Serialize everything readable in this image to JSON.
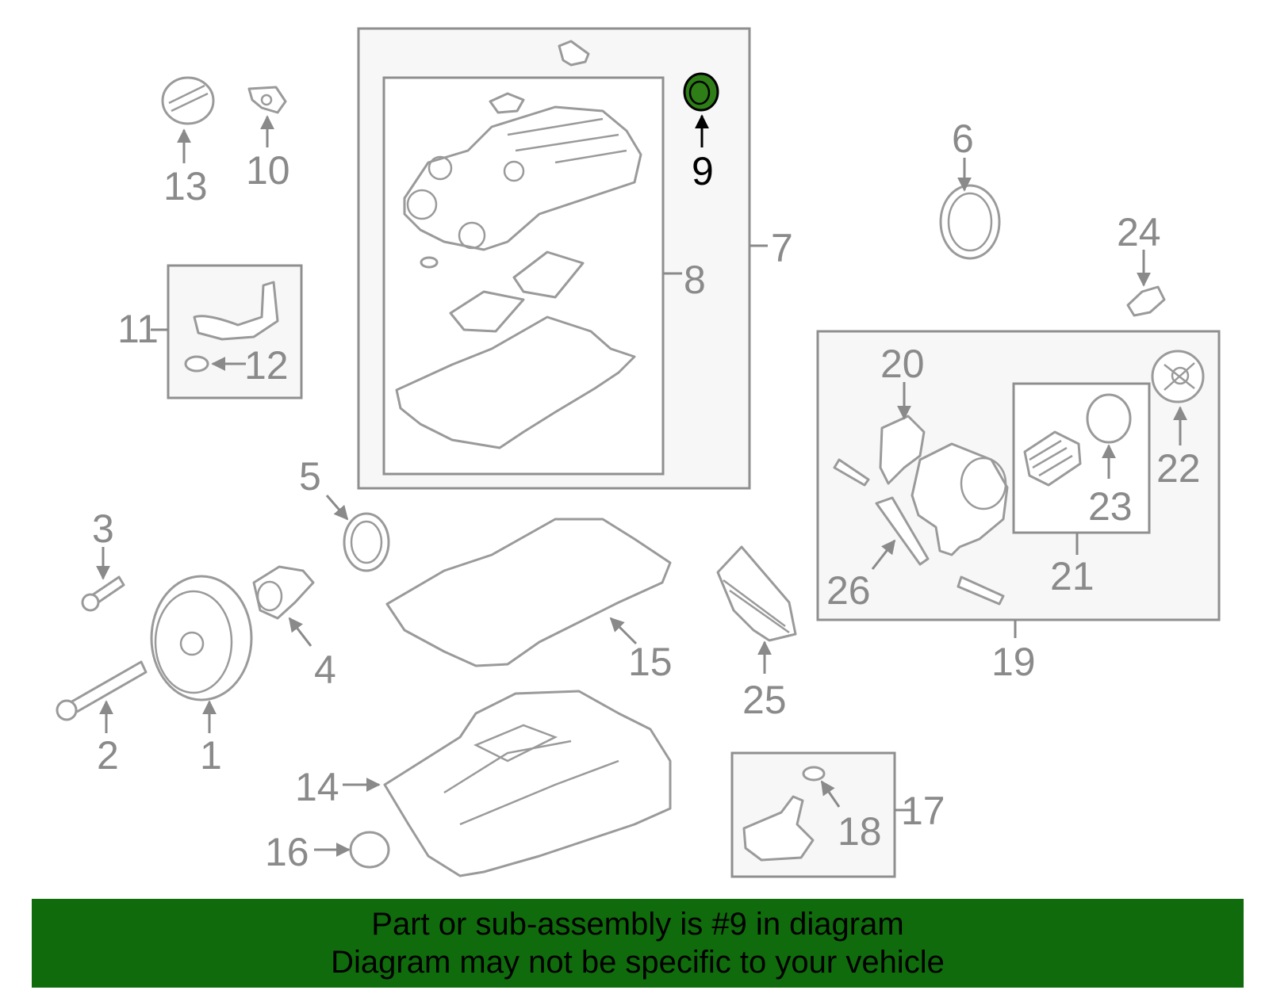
{
  "highlight_color": "#2e7d17",
  "banner": {
    "background": "#106b0c",
    "line1": "Part or sub-assembly is #9 in diagram",
    "line2": "Diagram may not be specific to your vehicle"
  },
  "callouts": {
    "c1": "1",
    "c2": "2",
    "c3": "3",
    "c4": "4",
    "c5": "5",
    "c6": "6",
    "c7": "7",
    "c8": "8",
    "c9": "9",
    "c10": "10",
    "c11": "11",
    "c12": "12",
    "c13": "13",
    "c14": "14",
    "c15": "15",
    "c16": "16",
    "c17": "17",
    "c18": "18",
    "c19": "19",
    "c20": "20",
    "c21": "21",
    "c22": "22",
    "c23": "23",
    "c24": "24",
    "c25": "25",
    "c26": "26"
  }
}
